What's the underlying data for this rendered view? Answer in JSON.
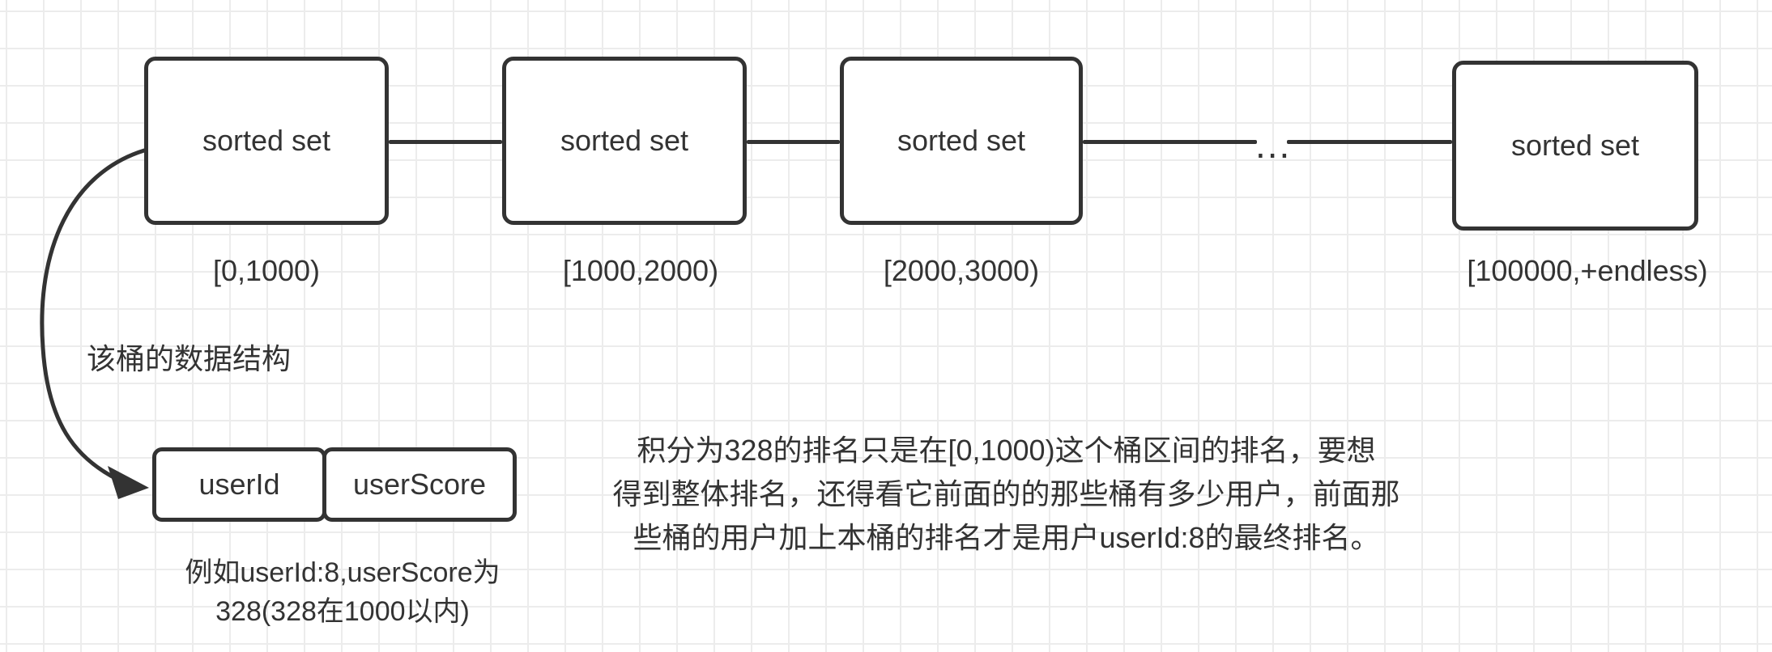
{
  "colors": {
    "stroke": "#333333",
    "grid": "#ececec",
    "background": "#ffffff"
  },
  "diagram": {
    "buckets": [
      {
        "label": "sorted set",
        "range": "[0,1000)"
      },
      {
        "label": "sorted set",
        "range": "[1000,2000)"
      },
      {
        "label": "sorted set",
        "range": "[2000,3000)"
      },
      {
        "label": "sorted set",
        "range": "[100000,+endless)"
      }
    ],
    "ellipsis": "...",
    "bucket_structure_label": "该桶的数据结构",
    "fields": [
      {
        "name": "userId"
      },
      {
        "name": "userScore"
      }
    ],
    "example_caption_line1": "例如userId:8,userScore为",
    "example_caption_line2": "328(328在1000以内)",
    "note_line1": "积分为328的排名只是在[0,1000)这个桶区间的排名，要想",
    "note_line2": "得到整体排名，还得看它前面的的那些桶有多少用户，前面那",
    "note_line3": "些桶的用户加上本桶的排名才是用户userId:8的最终排名。"
  }
}
